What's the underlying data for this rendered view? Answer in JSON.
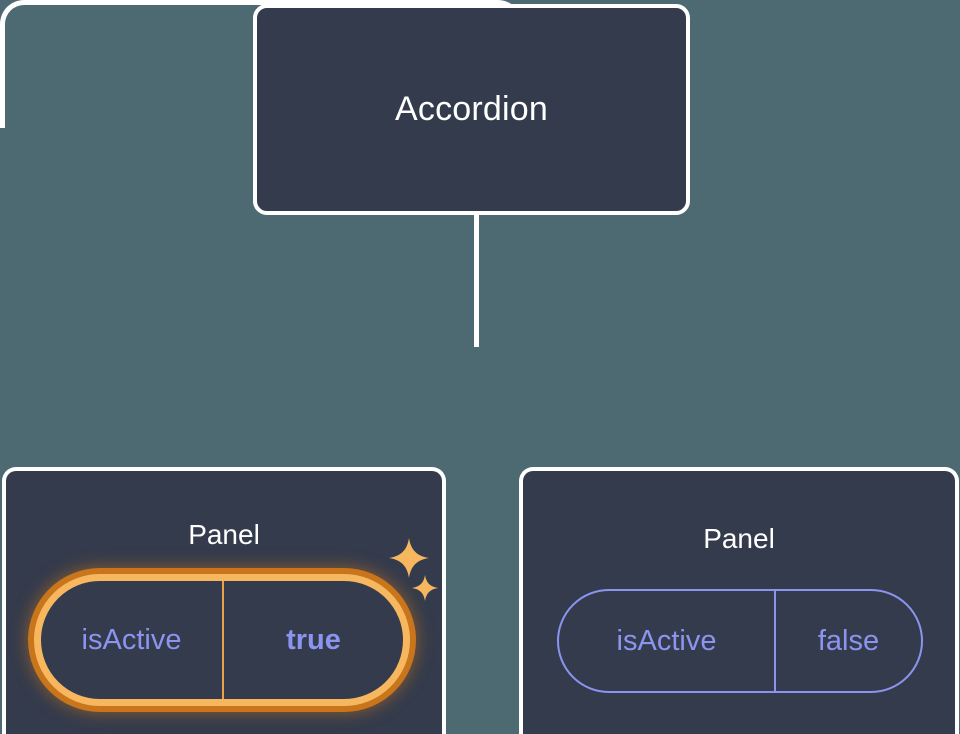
{
  "canvas": {
    "background_color": "#4d6972",
    "node_fill_color": "#343b4c",
    "node_border_color": "#ffffff",
    "edge_color": "#ffffff",
    "highlight_color": "#f6b75f",
    "highlight_glow_color": "#c8751b",
    "prop_color": "#8b95f0"
  },
  "tree": {
    "root": {
      "title": "Accordion"
    },
    "children": [
      {
        "title": "Panel",
        "highlighted": true,
        "prop": {
          "key": "isActive",
          "value": "true"
        },
        "sparkles": [
          {
            "name": "sparkle-large-icon"
          },
          {
            "name": "sparkle-small-icon"
          }
        ]
      },
      {
        "title": "Panel",
        "highlighted": false,
        "prop": {
          "key": "isActive",
          "value": "false"
        }
      }
    ]
  }
}
